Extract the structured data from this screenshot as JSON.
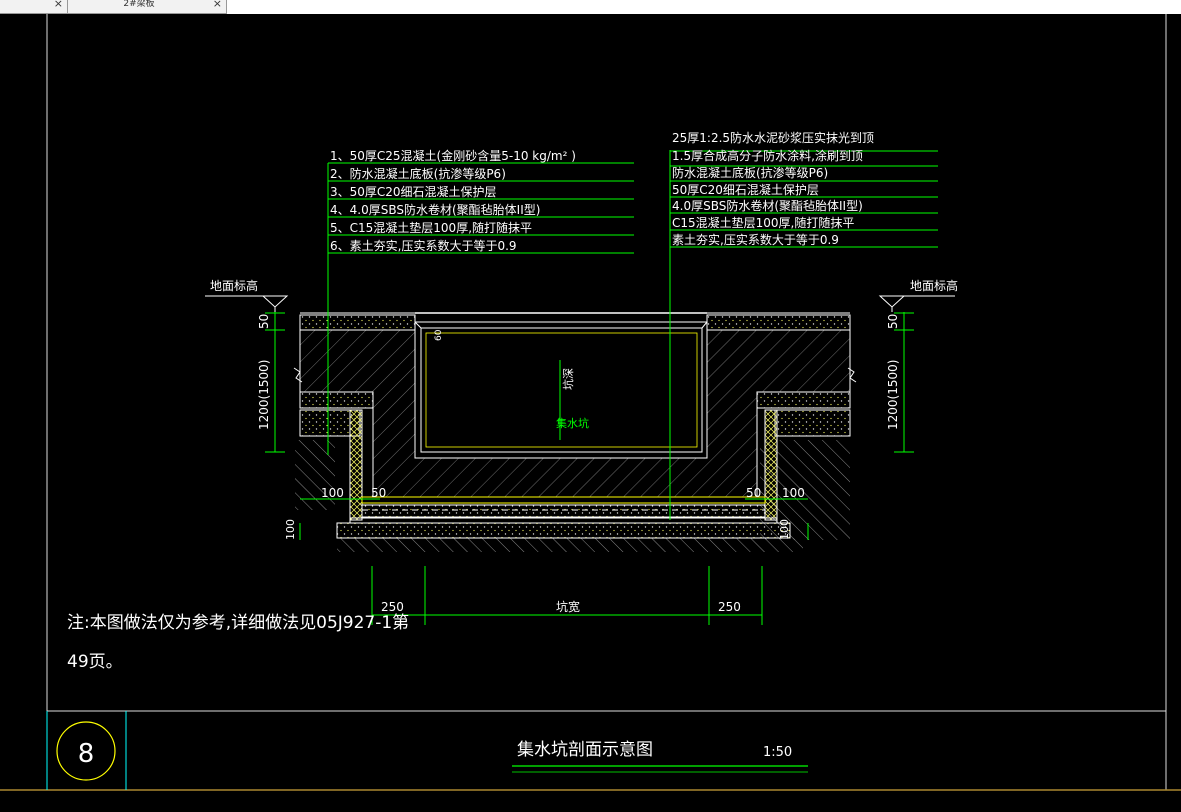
{
  "tabs": [
    {
      "label": ""
    },
    {
      "label": "2#梁板"
    }
  ],
  "tab_close_glyph": "×",
  "colors": {
    "background": "#000000",
    "line": "#ffffff",
    "green": "#00ff00",
    "yellow": "#ffff00",
    "cyan": "#00ffff",
    "hatch": "#8a8a8a",
    "border": "#aa8830"
  },
  "notes_left": [
    "1、50厚C25混凝土(金刚砂含量5-10 kg/m² )",
    "2、防水混凝土底板(抗渗等级P6)",
    "3、50厚C20细石混凝土保护层",
    "4、4.0厚SBS防水卷材(聚酯毡胎体II型)",
    "5、C15混凝土垫层100厚,随打随抹平",
    "6、素土夯实,压实系数大于等于0.9"
  ],
  "notes_right": [
    "25厚1:2.5防水水泥砂浆压实抹光到顶",
    "1.5厚合成高分子防水涂料,涂刷到顶",
    "防水混凝土底板(抗渗等级P6)",
    "50厚C20细石混凝土保护层",
    "4.0厚SBS防水卷材(聚酯毡胎体II型)",
    "C15混凝土垫层100厚,随打随抹平",
    "素土夯实,压实系数大于等于0.9"
  ],
  "labels": {
    "ground_level_left": "地面标高",
    "ground_level_right": "地面标高",
    "dim_50_left": "50",
    "dim_50_right": "50",
    "dim_1200_left": "1200(1500)",
    "dim_1200_right": "1200(1500)",
    "dim_60": "60",
    "pit_depth": "坑深",
    "sump_name": "集水坑",
    "dim_100_left": "100",
    "dim_50_bottom_left": "50",
    "dim_50_bottom_right": "50",
    "dim_100_right": "100",
    "dim_100_vert_left": "100",
    "dim_100_vert_right": "100",
    "dim_250_left": "250",
    "pit_width": "坑宽",
    "dim_250_right": "250"
  },
  "remark": {
    "line1": "注:本图做法仅为参考,详细做法见05J927-1第",
    "line2": "49页。"
  },
  "title_block": {
    "number": "8",
    "title": "集水坑剖面示意图",
    "scale": "1:50"
  }
}
